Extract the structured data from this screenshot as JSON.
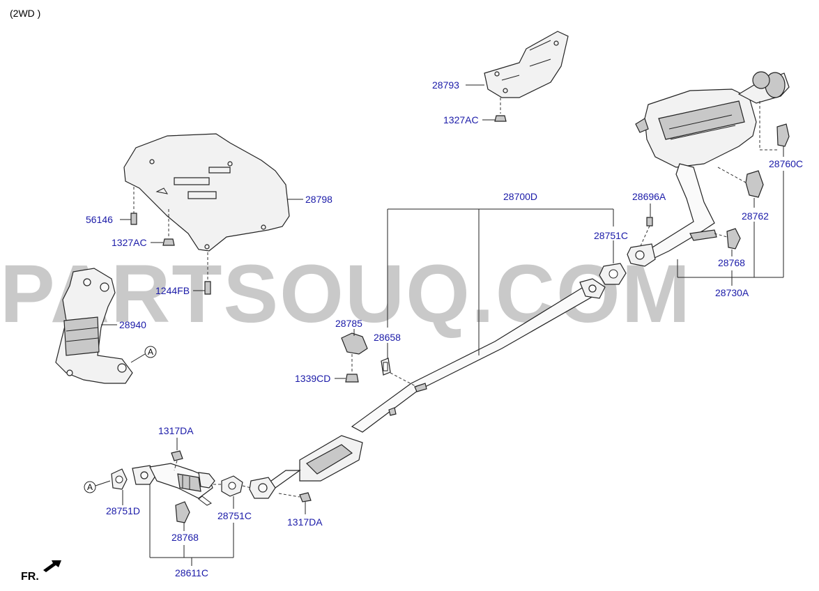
{
  "header": {
    "variant": "(2WD )"
  },
  "watermark": "PARTSOUQ.COM",
  "orientation": {
    "label": "FR."
  },
  "callout_a": "A",
  "callout_a_2": "A",
  "labels": {
    "l28793": "28793",
    "l1327ac_top": "1327AC",
    "l28798": "28798",
    "l56146": "56146",
    "l1327ac_mid": "1327AC",
    "l1244fb": "1244FB",
    "l28940": "28940",
    "l28700d": "28700D",
    "l28696a": "28696A",
    "l28751c_right": "28751C",
    "l28760c": "28760C",
    "l28762": "28762",
    "l28768_right": "28768",
    "l28730a": "28730A",
    "l28785": "28785",
    "l28658": "28658",
    "l1339cd": "1339CD",
    "l1317da_top": "1317DA",
    "l28751d": "28751D",
    "l28751c_left": "28751C",
    "l1317da_bottom": "1317DA",
    "l28768_left": "28768",
    "l28611c": "28611C"
  }
}
